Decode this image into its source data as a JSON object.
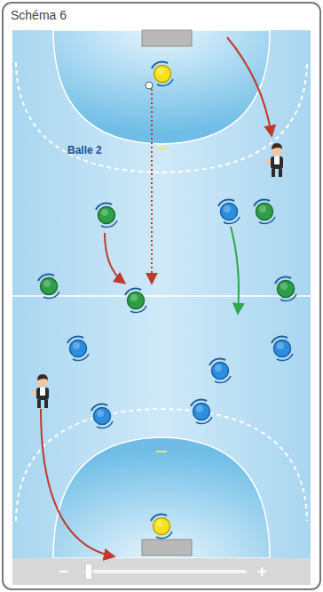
{
  "diagram": {
    "title": "Schéma 6",
    "labels": [
      "Balle 2",
      "−",
      "+"
    ]
  }
}
